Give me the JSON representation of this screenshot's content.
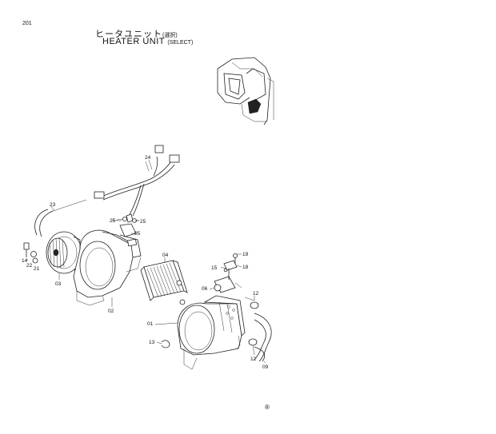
{
  "header": {
    "page_number": "201",
    "title_jp": "ヒータユニット",
    "title_jp_note": "(選択)",
    "title_en": "HEATER UNIT",
    "title_en_note": "(SELECT)"
  },
  "footer": {
    "mark": "®"
  },
  "callouts": [
    {
      "id": "c24",
      "text": "24"
    },
    {
      "id": "c23",
      "text": "23"
    },
    {
      "id": "c25a",
      "text": "25"
    },
    {
      "id": "c25b",
      "text": "25"
    },
    {
      "id": "c05",
      "text": "05"
    },
    {
      "id": "c14",
      "text": "14"
    },
    {
      "id": "c22",
      "text": "22"
    },
    {
      "id": "c21",
      "text": "21"
    },
    {
      "id": "c03",
      "text": "03"
    },
    {
      "id": "c02",
      "text": "02"
    },
    {
      "id": "c04",
      "text": "04"
    },
    {
      "id": "c19",
      "text": "19"
    },
    {
      "id": "c15",
      "text": "15"
    },
    {
      "id": "c18",
      "text": "18"
    },
    {
      "id": "c06",
      "text": "06"
    },
    {
      "id": "c12a",
      "text": "12"
    },
    {
      "id": "c01",
      "text": "01"
    },
    {
      "id": "c13",
      "text": "13"
    },
    {
      "id": "c12b",
      "text": "12"
    },
    {
      "id": "c09",
      "text": "09"
    }
  ]
}
